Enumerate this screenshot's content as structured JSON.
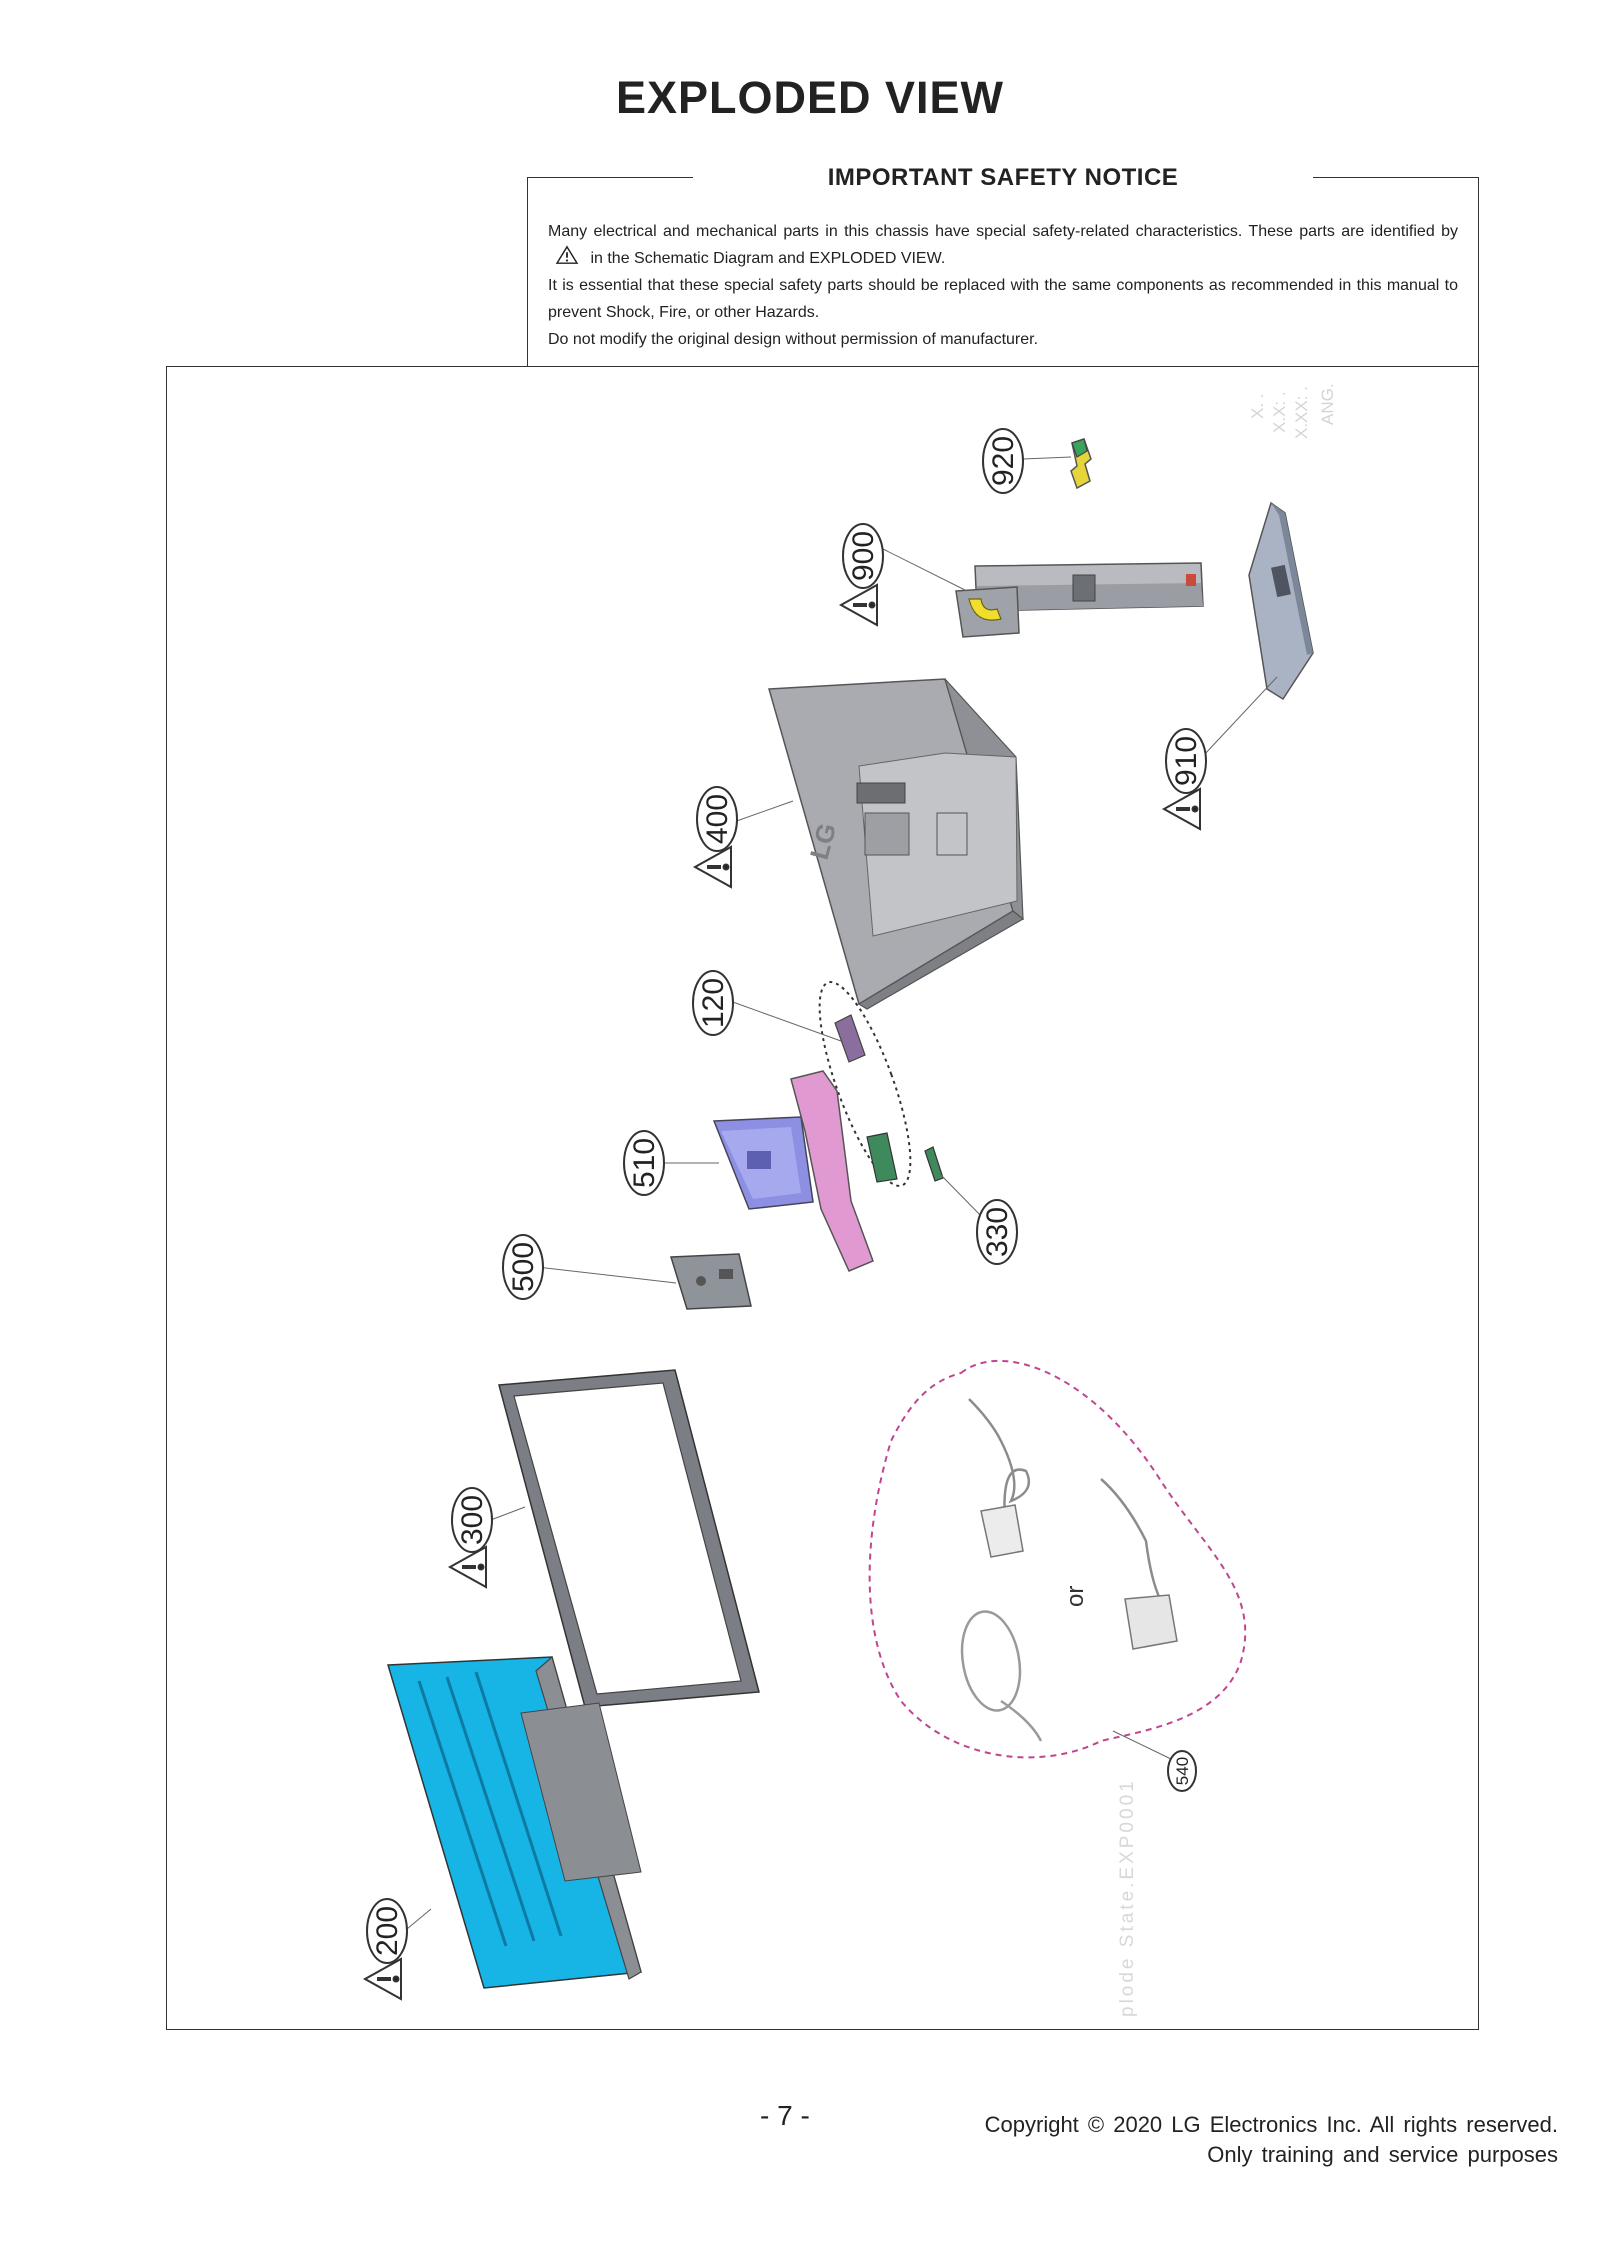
{
  "title": "EXPLODED  VIEW",
  "notice": {
    "title": "IMPORTANT  SAFETY  NOTICE",
    "line1a": "Many electrical and mechanical parts in this chassis have special safety-related characteristics. These parts are identified by",
    "line1b": "in the Schematic Diagram and EXPLODED VIEW.",
    "line2": "It is essential that these special safety parts should be replaced with the same components as recommended in this manual to prevent Shock, Fire, or other Hazards.",
    "line3": "Do not modify the original design without permission of manufacturer."
  },
  "callouts": {
    "c920": "920",
    "c900": "900",
    "c910": "910",
    "c400": "400",
    "c120": "120",
    "c510": "510",
    "c330": "330",
    "c500": "500",
    "c300": "300",
    "c200": "200",
    "c540": "540"
  },
  "or_label": "or",
  "brand_mark": "LG",
  "faint_text": {
    "state": "plode State.EXP0001",
    "dims_1": "X.  .",
    "dims_2": "X.X: .",
    "dims_3": "X.XX: .",
    "dims_4": "ANG."
  },
  "page_number": "- 7 -",
  "copyright": {
    "line1": "Copyright  ©  2020  LG  Electronics  Inc.  All  rights  reserved.",
    "line2": "Only  training  and  service  purposes"
  },
  "colors": {
    "module_cyan": "#17b4e6",
    "main_board_blue": "#8d8fe3",
    "bracket_pink": "#e19ad1",
    "board_green": "#3f8a5d",
    "hinge_yellow": "#f1dd2b",
    "cover_gray": "#b5b7bb",
    "dashed_magenta": "#c0458f"
  }
}
